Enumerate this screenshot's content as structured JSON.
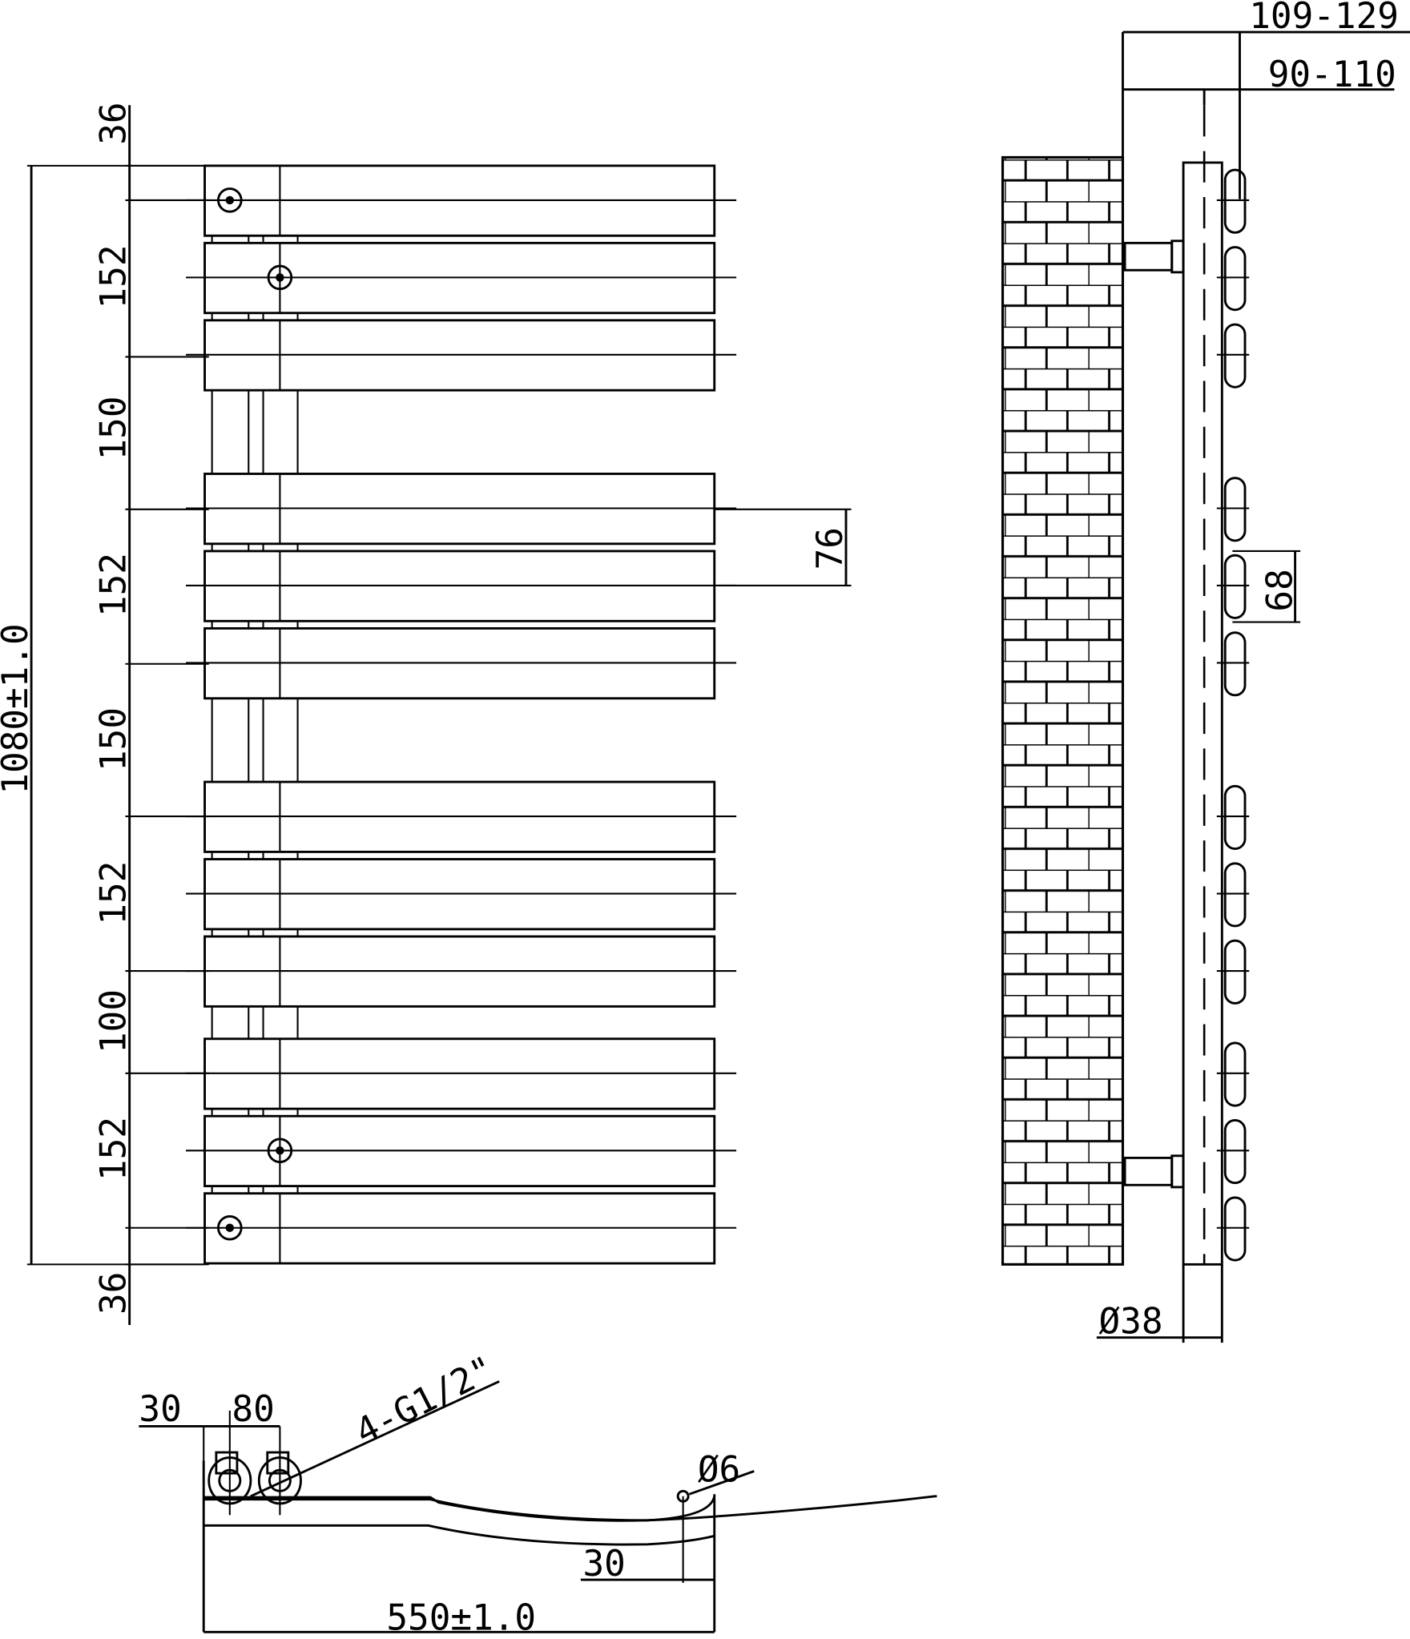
{
  "front_view": {
    "total_height": "1080±1.0",
    "dims_left": [
      "36",
      "152",
      "150",
      "152",
      "150",
      "152",
      "100",
      "152",
      "36"
    ],
    "bar_height": "76"
  },
  "side_view": {
    "depth_outer": "109-129",
    "depth_inner": "90-110",
    "collector_diameter": "Ø38",
    "bar_spacing": "68"
  },
  "bottom_view": {
    "offset": "30",
    "pipe_centres": "80",
    "connections": "4-G1/2\"",
    "hole_diameter": "Ø6",
    "hole_offset": "30",
    "width": "550±1.0"
  }
}
